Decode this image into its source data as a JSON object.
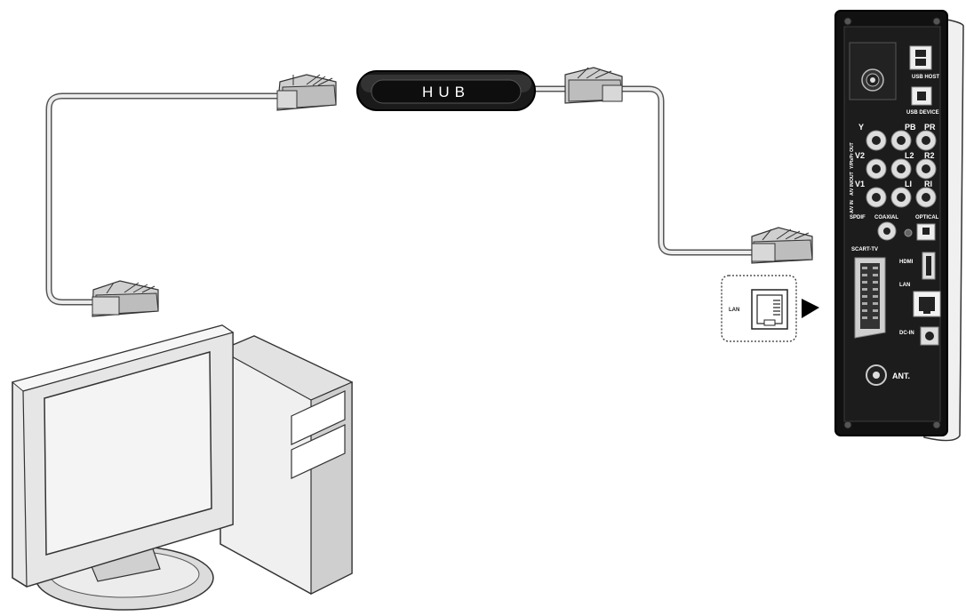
{
  "hub": {
    "label": "HUB"
  },
  "callout": {
    "label": "LAN"
  },
  "device_panel": {
    "usb_host": "USB HOST",
    "usb_device": "USB DEVICE",
    "comp_y": "Y",
    "comp_pb": "PB",
    "comp_pr": "PR",
    "av_v2": "V2",
    "av_l2": "L2",
    "av_r2": "R2",
    "av_v1": "V1",
    "av_l1": "LI",
    "av_r1": "RI",
    "side_label_top": "Y/Pb/Pr OUT",
    "side_label_mid": "A/V IN/OUT",
    "side_label_bot": "A/V IN",
    "spdif": "SPDIF",
    "coaxial": "COAXIAL",
    "optical": "OPTICAL",
    "scart": "SCART-TV",
    "hdmi": "HDMI",
    "lan": "LAN",
    "dc_in": "DC-IN",
    "ant": "ANT."
  },
  "colors": {
    "cable": "#e6e6e6",
    "plug": "#c4c4c4",
    "device_body": "#111111",
    "hub_body": "#111111",
    "monitor": "#eeeeee",
    "screen": "#f2f2f2"
  }
}
